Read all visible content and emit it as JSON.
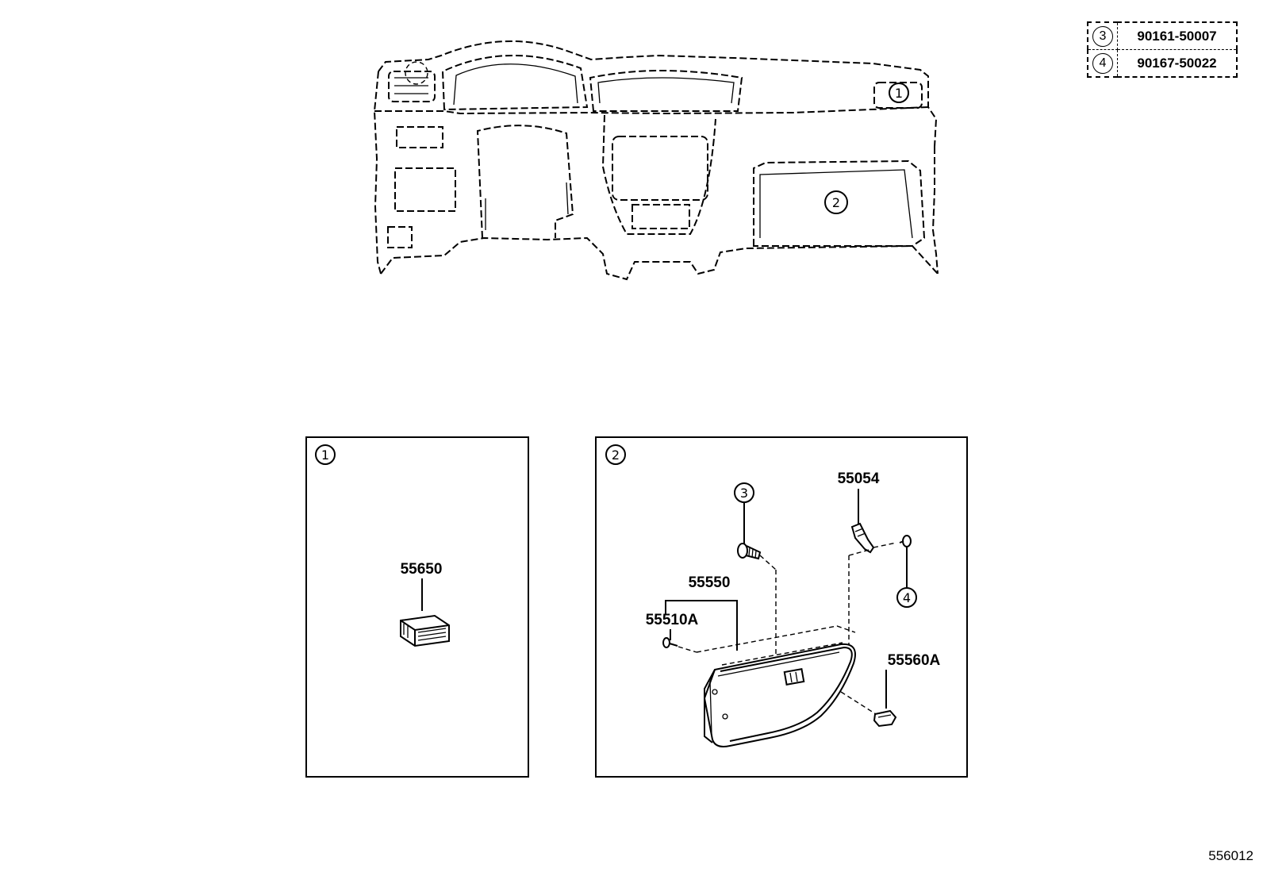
{
  "ref_table": [
    {
      "callout": "3",
      "part_no": "90161-50007"
    },
    {
      "callout": "4",
      "part_no": "90167-50022"
    }
  ],
  "dashboard": {
    "callout_vent": "1",
    "callout_glovebox": "2"
  },
  "panel_1": {
    "callout": "1",
    "part_vent": "55650"
  },
  "panel_2": {
    "callout": "2",
    "callout_screw": "3",
    "callout_clip": "4",
    "part_lock": "55054",
    "part_door": "55550",
    "part_hinge": "55510A",
    "part_bumper": "55560A"
  },
  "diagram_id": "556012"
}
